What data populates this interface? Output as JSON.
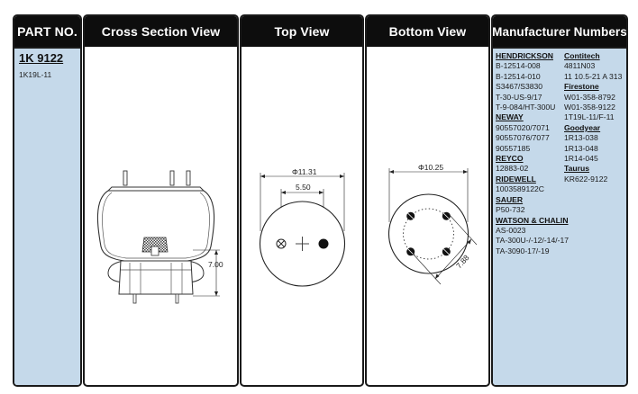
{
  "headers": {
    "part_no": "PART NO.",
    "cross_section": "Cross Section View",
    "top_view": "Top View",
    "bottom_view": "Bottom View",
    "manufacturer": "Manufacturer Numbers"
  },
  "part": {
    "number": "1K 9122",
    "alternate": "1K19L-11"
  },
  "cross_section": {
    "height_label": "7.00"
  },
  "top_view": {
    "diameter_label": "Φ11.31",
    "spacing_label": "5.50"
  },
  "bottom_view": {
    "diameter_label": "Φ10.25",
    "bolt_circle_label": "7.88"
  },
  "manufacturers_left": [
    {
      "type": "brand",
      "text": "HENDRICKSON"
    },
    {
      "type": "num",
      "text": "B-12514-008"
    },
    {
      "type": "num",
      "text": "B-12514-010"
    },
    {
      "type": "num",
      "text": "S3467/S3830"
    },
    {
      "type": "num",
      "text": "T-30-US-9/17"
    },
    {
      "type": "num",
      "text": "T-9-084/HT-300U"
    },
    {
      "type": "brand",
      "text": "NEWAY"
    },
    {
      "type": "num",
      "text": "90557020/7071"
    },
    {
      "type": "num",
      "text": "90557076/7077"
    },
    {
      "type": "num",
      "text": "90557185"
    },
    {
      "type": "brand",
      "text": "REYCO"
    },
    {
      "type": "num",
      "text": "12883-02"
    },
    {
      "type": "brand",
      "text": "RIDEWELL"
    },
    {
      "type": "num",
      "text": "1003589122C"
    },
    {
      "type": "brand",
      "text": "SAUER"
    },
    {
      "type": "num",
      "text": "P50-732"
    },
    {
      "type": "brand",
      "text": "WATSON & CHALIN"
    },
    {
      "type": "num",
      "text": "AS-0023"
    },
    {
      "type": "num",
      "text": "TA-300U-/-12/-14/-17"
    },
    {
      "type": "num",
      "text": "TA-3090-17/-19"
    }
  ],
  "manufacturers_right": [
    {
      "type": "brand",
      "text": "Contitech"
    },
    {
      "type": "num",
      "text": "4811N03"
    },
    {
      "type": "num",
      "text": "11 10.5-21 A 313"
    },
    {
      "type": "brand",
      "text": "Firestone"
    },
    {
      "type": "num",
      "text": "W01-358-8792"
    },
    {
      "type": "num",
      "text": "W01-358-9122"
    },
    {
      "type": "num",
      "text": "1T19L-11/F-11"
    },
    {
      "type": "brand",
      "text": "Goodyear"
    },
    {
      "type": "num",
      "text": "1R13-038"
    },
    {
      "type": "num",
      "text": "1R13-048"
    },
    {
      "type": "num",
      "text": "1R14-045"
    },
    {
      "type": "brand",
      "text": "Taurus"
    },
    {
      "type": "num",
      "text": "KR622-9122"
    }
  ]
}
